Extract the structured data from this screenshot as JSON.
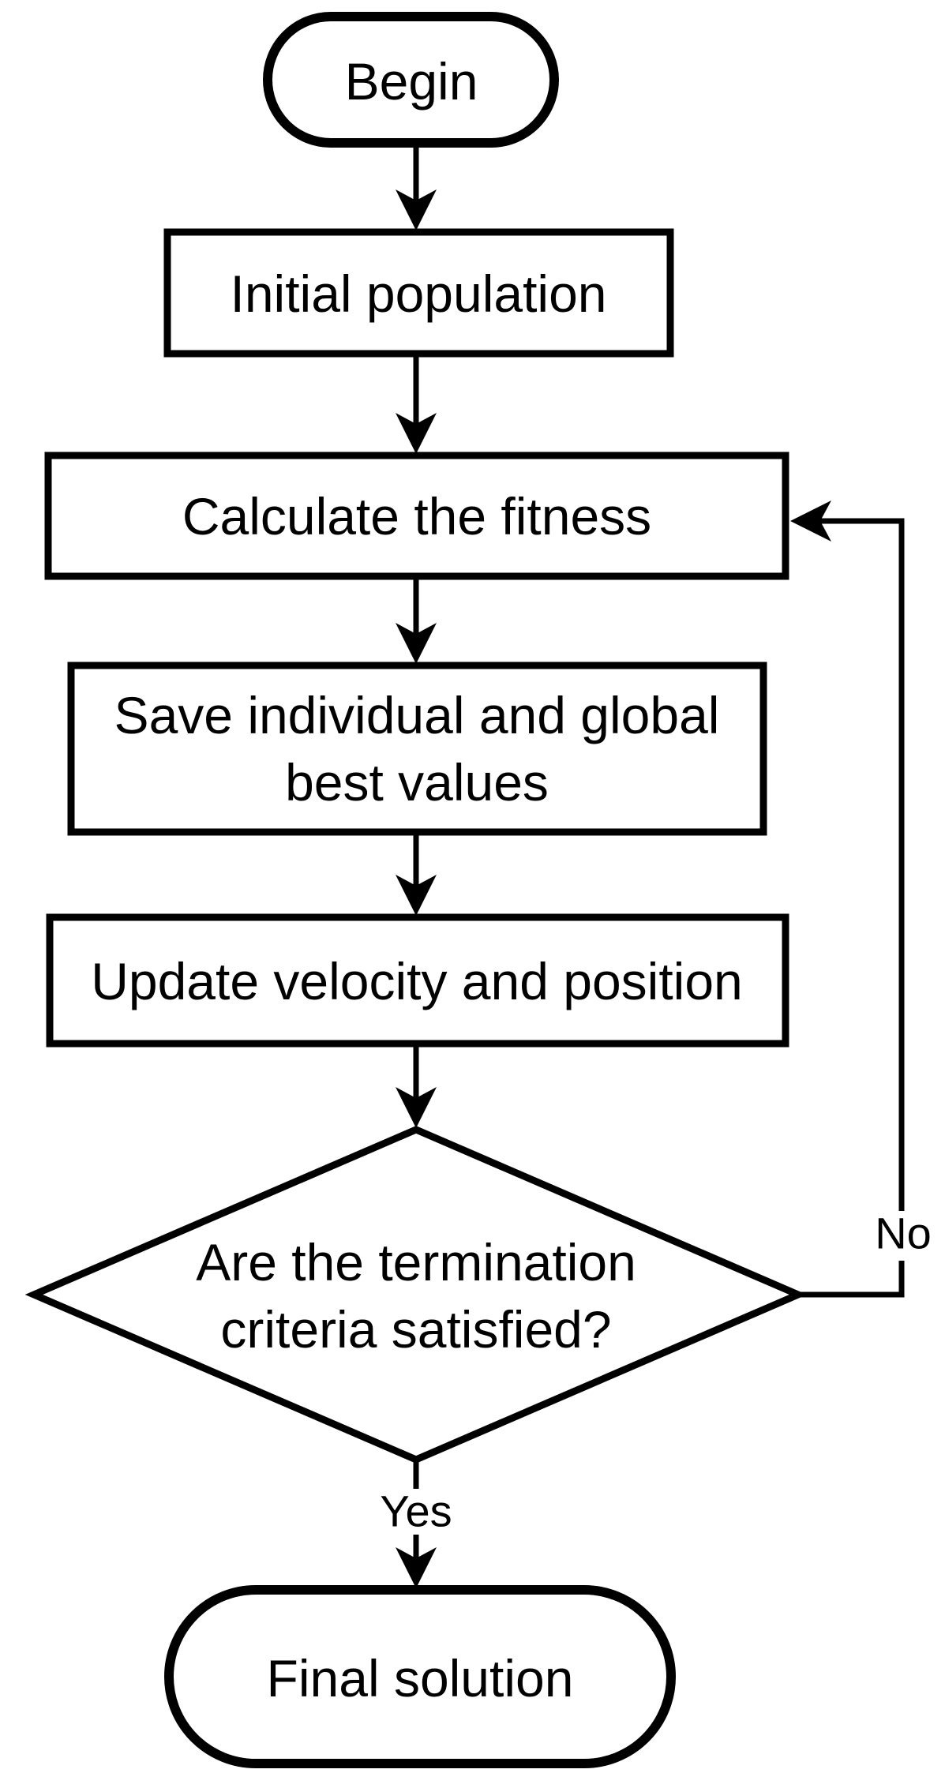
{
  "diagram": {
    "kind": "flowchart",
    "nodes": {
      "begin": {
        "type": "terminator",
        "label": "Begin"
      },
      "initial_population": {
        "type": "process",
        "label": "Initial population"
      },
      "calculate_fitness": {
        "type": "process",
        "label": "Calculate the fitness"
      },
      "save_best_values": {
        "type": "process",
        "lines": [
          "Save individual and global",
          "best values"
        ]
      },
      "update_velocity_position": {
        "type": "process",
        "label": "Update velocity and position"
      },
      "termination_check": {
        "type": "decision",
        "lines": [
          "Are the termination",
          "criteria satisfied?"
        ]
      },
      "final_solution": {
        "type": "terminator",
        "label": "Final solution"
      }
    },
    "edge_labels": {
      "yes": "Yes",
      "no": "No"
    },
    "colors": {
      "stroke": "#000000",
      "fill": "#ffffff",
      "background": "#ffffff"
    }
  }
}
